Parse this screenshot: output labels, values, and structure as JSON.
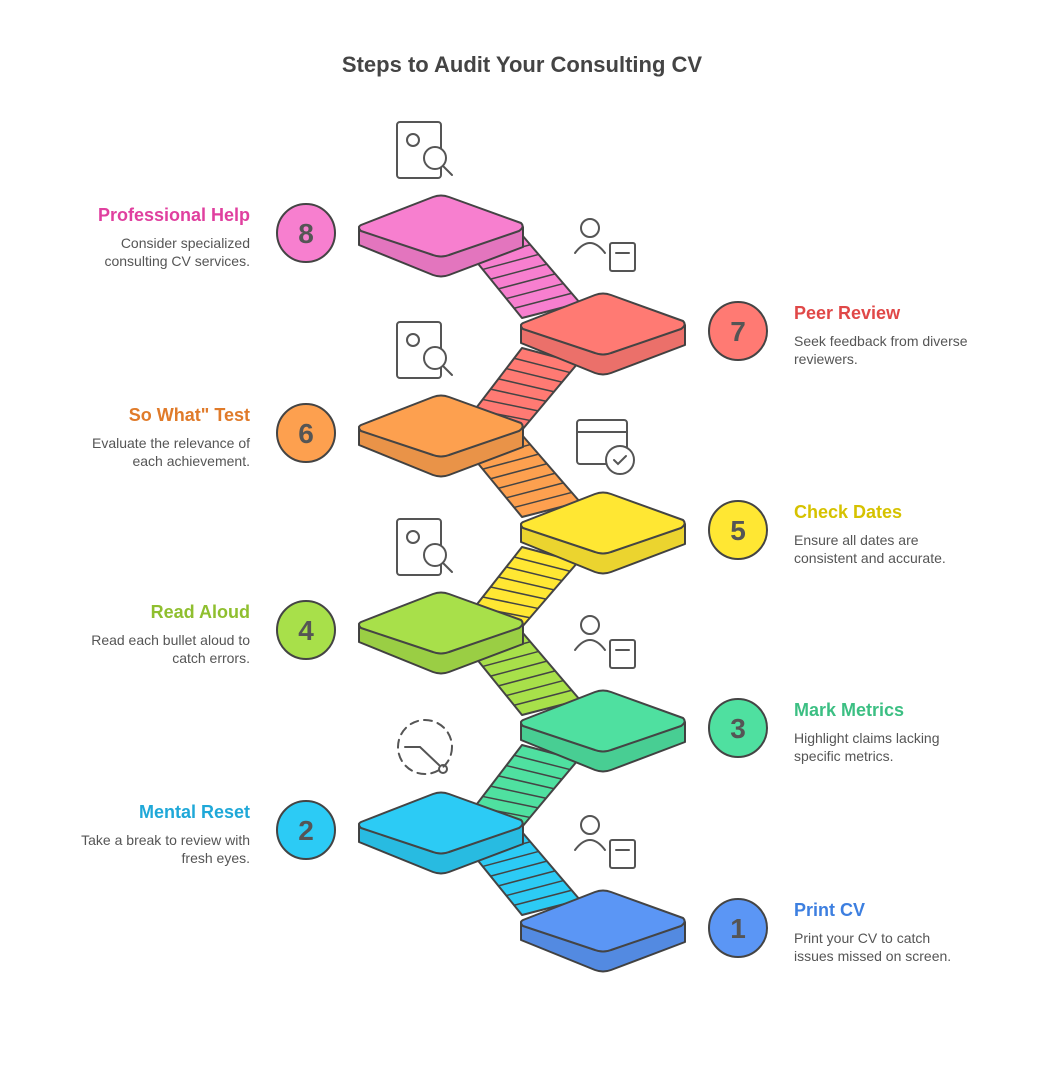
{
  "title": "Steps to Audit Your Consulting CV",
  "steps": [
    {
      "num": "1",
      "title": "Print CV",
      "desc": "Print your CV to catch issues missed on screen.",
      "color": "#5b96f5",
      "text_color": "#3d7fe0",
      "icon": "document-person-icon"
    },
    {
      "num": "2",
      "title": "Mental Reset",
      "desc": "Take a break to review with fresh eyes.",
      "color": "#2ccbf5",
      "text_color": "#1fa8d8",
      "icon": "timer-icon"
    },
    {
      "num": "3",
      "title": "Mark Metrics",
      "desc": "Highlight claims lacking specific metrics.",
      "color": "#4fe0a0",
      "text_color": "#3cbf83",
      "icon": "person-pen-icon"
    },
    {
      "num": "4",
      "title": "Read Aloud",
      "desc": "Read each bullet aloud to catch errors.",
      "color": "#a8e04a",
      "text_color": "#8fbf2f",
      "icon": "person-search-icon"
    },
    {
      "num": "5",
      "title": "Check Dates",
      "desc": "Ensure all dates are consistent and accurate.",
      "color": "#ffe733",
      "text_color": "#d6c200",
      "icon": "calendar-check-icon"
    },
    {
      "num": "6",
      "title": "So What\" Test",
      "desc": "Evaluate the relevance of each achievement.",
      "color": "#fda04f",
      "text_color": "#e07b2a",
      "icon": "question-person-icon"
    },
    {
      "num": "7",
      "title": "Peer Review",
      "desc": "Seek feedback from diverse reviewers.",
      "color": "#ff7a73",
      "text_color": "#e04848",
      "icon": "people-document-icon"
    },
    {
      "num": "8",
      "title": "Professional Help",
      "desc": "Consider specialized consulting CV services.",
      "color": "#f77fcf",
      "text_color": "#e0409f",
      "icon": "resume-search-icon"
    }
  ]
}
